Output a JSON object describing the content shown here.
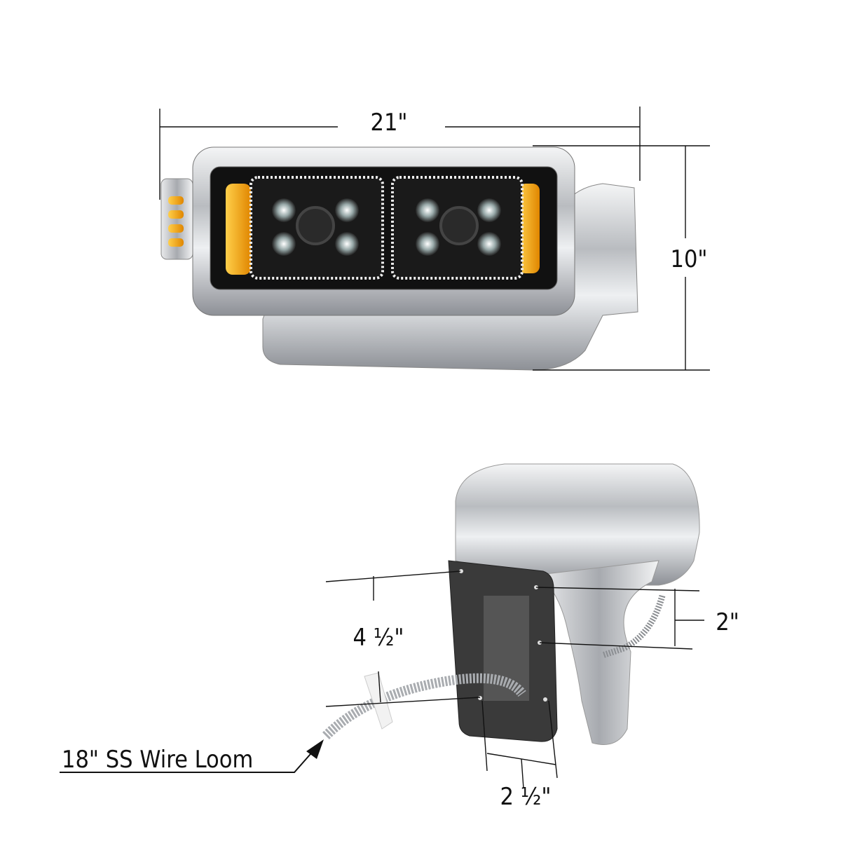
{
  "front_view": {
    "width_label": "21\"",
    "height_label": "10\""
  },
  "rear_view": {
    "mount_vertical_label": "4 ½\"",
    "mount_side_label": "2\"",
    "mount_horizontal_label": "2 ½\"",
    "wire_loom_label": "18\" SS Wire Loom"
  },
  "colors": {
    "amber": "#f5a30a",
    "chrome": "#c9ccd0",
    "lens": "#141414"
  }
}
